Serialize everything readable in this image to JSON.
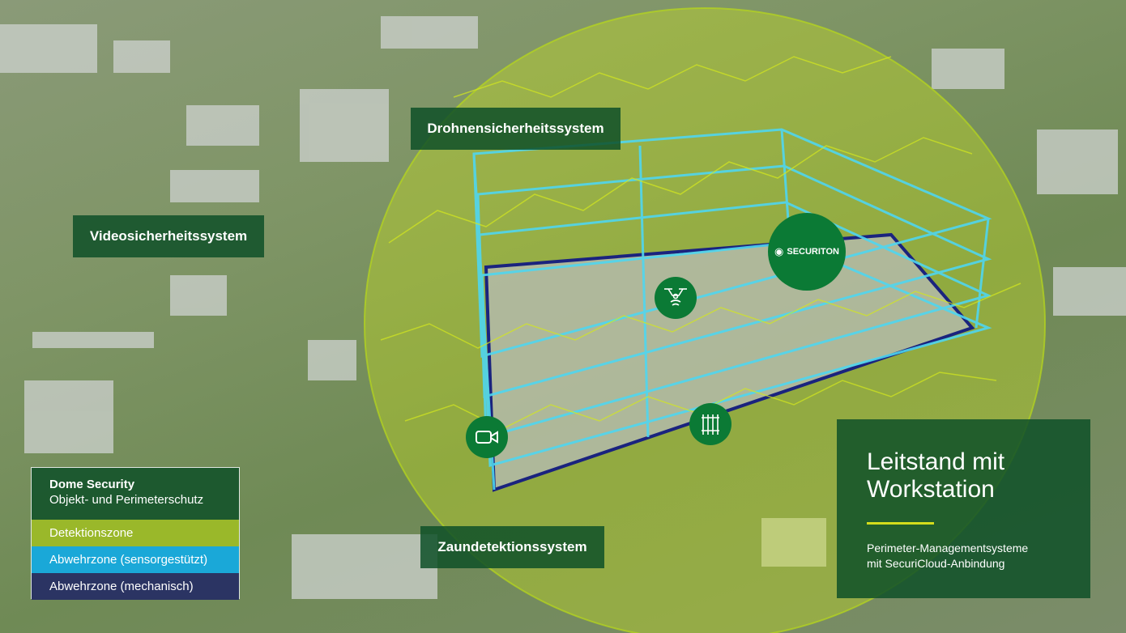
{
  "labels": {
    "drone": "Drohnensicherheitssystem",
    "video": "Videosicherheitssystem",
    "fence": "Zaundetektionssystem"
  },
  "legend": {
    "title": "Dome Security",
    "subtitle": "Objekt- und Perimeterschutz",
    "items": [
      {
        "label": "Detektionszone",
        "color": "#9ab82a"
      },
      {
        "label": "Abwehrzone (sensorgestützt)",
        "color": "#1aa8d8"
      },
      {
        "label": "Abwehrzone (mechanisch)",
        "color": "#2b3463"
      }
    ]
  },
  "control_room": {
    "title_line1": "Leitstand mit",
    "title_line2": "Workstation",
    "desc_line1": "Perimeter-Managementsysteme",
    "desc_line2": "mit SecuriCloud-Anbindung",
    "accent": "#d4dc1c"
  },
  "brand": {
    "logo_text": "SECURITON",
    "color": "#0b7a35"
  },
  "icons": [
    "drone-icon",
    "camera-icon",
    "fence-icon",
    "eye-icon"
  ]
}
